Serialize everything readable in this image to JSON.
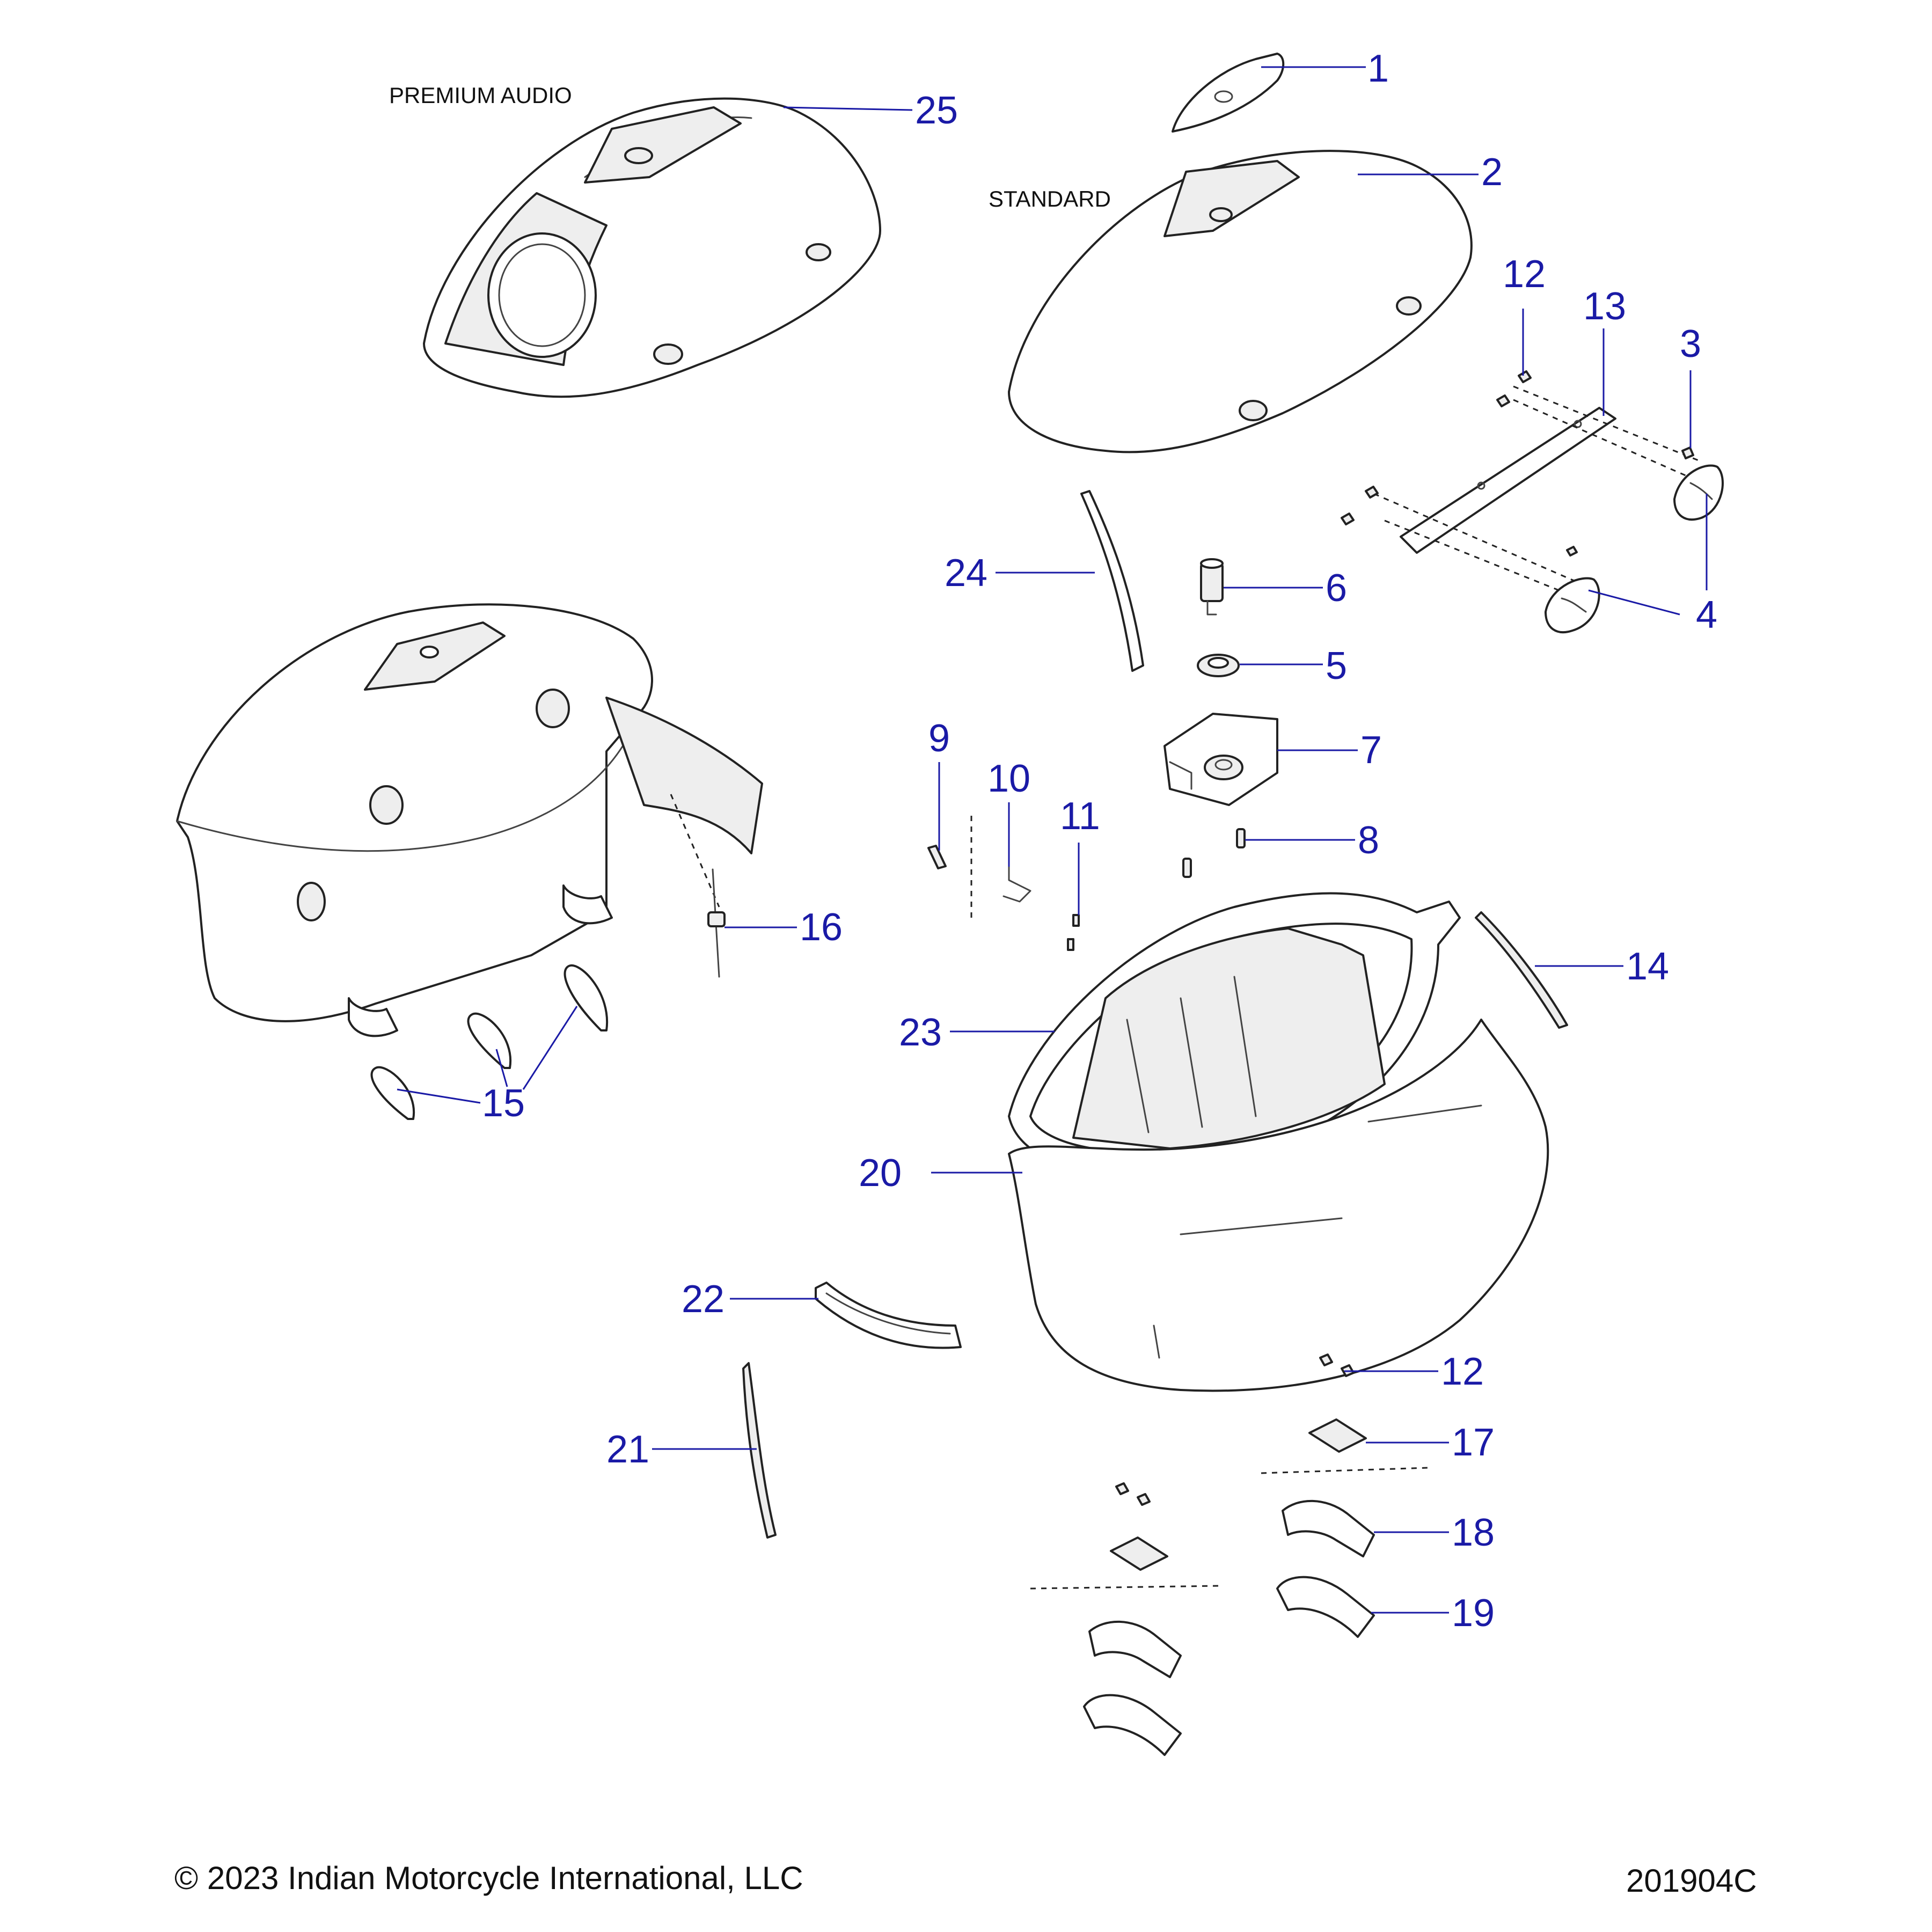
{
  "diagram": {
    "labels": {
      "premium_audio": "PREMIUM AUDIO",
      "standard": "STANDARD"
    },
    "callouts": [
      "1",
      "2",
      "3",
      "4",
      "5",
      "6",
      "7",
      "8",
      "9",
      "10",
      "11",
      "12",
      "12",
      "13",
      "14",
      "15",
      "16",
      "17",
      "18",
      "19",
      "20",
      "21",
      "22",
      "23",
      "24",
      "25"
    ],
    "footer": {
      "copyright": "© 2023 Indian Motorcycle International, LLC",
      "drawing_number": "201904C"
    }
  },
  "colors": {
    "callout": "#1a1aa6",
    "line": "#222222",
    "background": "#ffffff"
  }
}
